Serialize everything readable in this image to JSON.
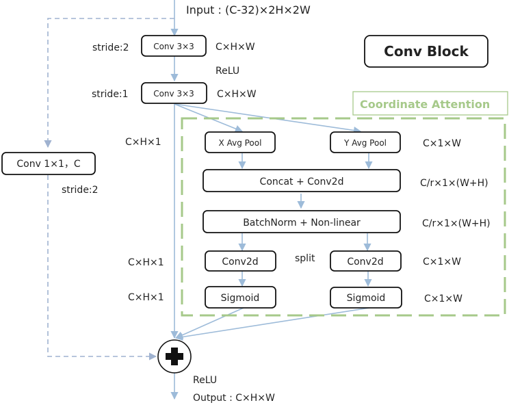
{
  "title": "Conv Block",
  "input_label": "Input : (C-32)×2H×2W",
  "output_label": "Output : C×H×W",
  "main_path": {
    "conv1": {
      "label": "Conv 3×3",
      "stride": "stride:2",
      "shape": "C×H×W"
    },
    "activation1": "ReLU",
    "conv2": {
      "label": "Conv 3×3",
      "stride": "stride:1",
      "shape": "C×H×W"
    },
    "shape_left_1": "C×H×1",
    "shape_left_2": "C×H×1",
    "shape_left_3": "C×H×1"
  },
  "skip_path": {
    "conv": {
      "label": "Conv 1×1，C",
      "stride": "stride:2"
    }
  },
  "coordinate_attention": {
    "title": "Coordinate  Attention",
    "x_pool": "X Avg Pool",
    "y_pool": "Y Avg Pool",
    "pool_shape": "C×1×W",
    "concat": "Concat + Conv2d",
    "concat_shape": "C/r×1×(W+H)",
    "batchnorm": "BatchNorm + Non-linear",
    "batchnorm_shape": "C/r×1×(W+H)",
    "split_label": "split",
    "conv_left": "Conv2d",
    "conv_right": "Conv2d",
    "conv_right_shape": "C×1×W",
    "sigmoid_left": "Sigmoid",
    "sigmoid_right": "Sigmoid",
    "sigmoid_right_shape": "C×1×W"
  },
  "merge": {
    "operator": "plus",
    "activation": "ReLU"
  },
  "colors": {
    "flow_arrow": "#9dbbd9",
    "skip_arrow": "#9fb2d0",
    "attention_accent": "#a6c98a",
    "box_stroke": "#111111"
  }
}
